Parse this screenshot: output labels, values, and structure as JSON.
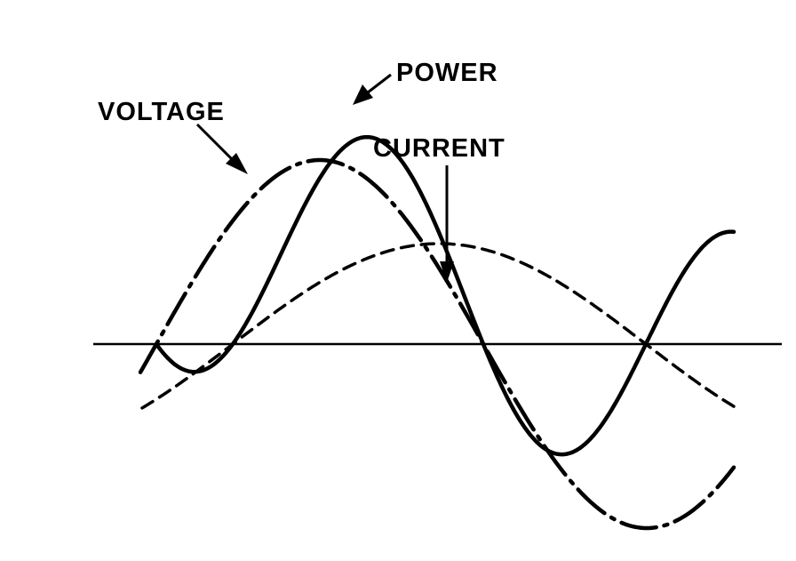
{
  "diagram": {
    "labels": {
      "voltage": "VOLTAGE",
      "power": "POWER",
      "current": "CURRENT"
    },
    "colors": {
      "ink": "#000000",
      "background": "#ffffff"
    },
    "line_styles": {
      "voltage": "dash-dot",
      "current": "dashed",
      "power": "solid"
    }
  }
}
